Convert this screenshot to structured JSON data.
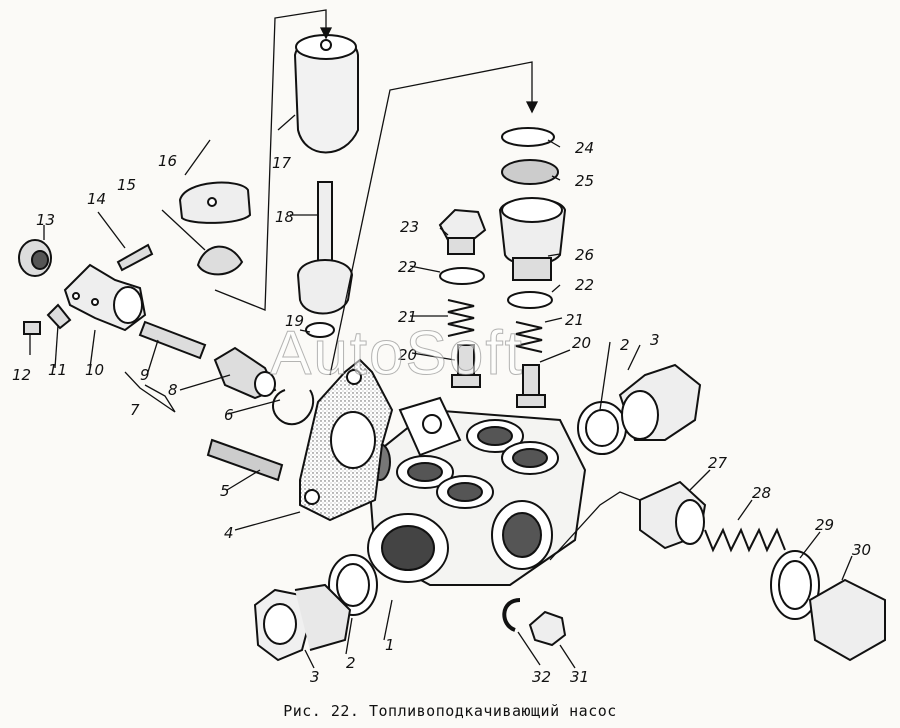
{
  "caption": "Рис. 22. Топливоподкачивающий насос",
  "watermark": "AutoSoft",
  "labels": [
    "1",
    "2",
    "3",
    "4",
    "5",
    "6",
    "7",
    "8",
    "9",
    "10",
    "11",
    "12",
    "13",
    "14",
    "15",
    "16",
    "17",
    "18",
    "19",
    "20",
    "21",
    "22",
    "23",
    "24",
    "25",
    "26",
    "27",
    "28",
    "29",
    "30",
    "31",
    "32"
  ],
  "colors": {
    "line": "#111111",
    "paper": "#fbfaf7",
    "shade": "#cfcfcf"
  }
}
